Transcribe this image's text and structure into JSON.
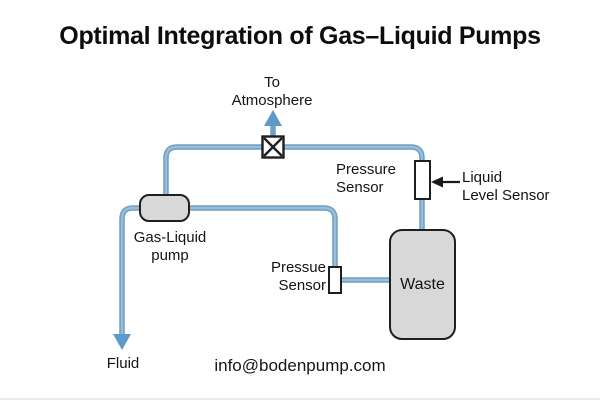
{
  "title": "Optimal Integration of Gas–Liquid Pumps",
  "footer": {
    "email": "info@bodenpump.com"
  },
  "diagram": {
    "labels": {
      "to_atmosphere": "To\nAtmosphere",
      "pressure_sensor_top": "Pressure\nSensor",
      "liquid_level_sensor": "Liquid\nLevel Sensor",
      "gas_liquid_pump": "Gas-Liquid\npump",
      "pressure_sensor_bottom": "Pressue\nSensor",
      "waste_tank": "Waste",
      "fluid": "Fluid"
    },
    "icons": {
      "valve": "valve-icon",
      "atmosphere_arrow": "arrow-up",
      "fluid_arrow": "arrow-down",
      "level_sensor_pointer": "arrow-left"
    },
    "colors": {
      "pipe": "#6f9fc3",
      "pipe_highlight": "#9abed9",
      "arrow": "#5d9ac9",
      "component_fill": "#d8d8d8",
      "component_border": "#1f1f1f",
      "pointer_black": "#1a1a1a"
    }
  }
}
